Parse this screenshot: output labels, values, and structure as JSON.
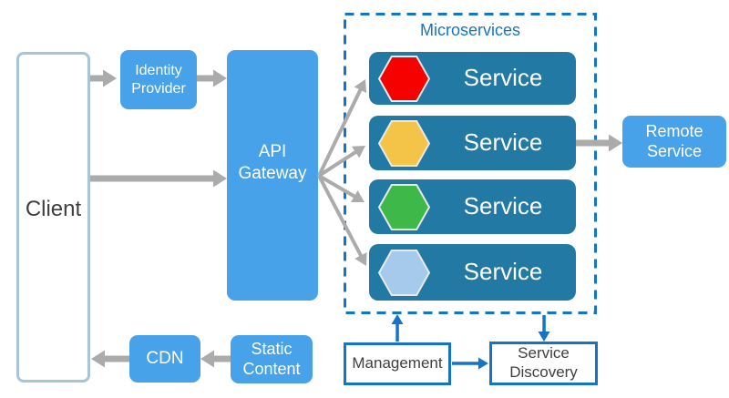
{
  "colors": {
    "accent_blue": "#1674C8",
    "box_blue": "#48A2E9",
    "service_teal": "#2179A4",
    "arrow_gray": "#ABABAB",
    "client_border": "#A8C5D8",
    "dark_text": "#3F3F3F",
    "white_text": "#FFFFFF",
    "hexagon_border": "#E9E9E9"
  },
  "diagram": {
    "container_title": "Microservices",
    "nodes": {
      "client": {
        "label": "Client"
      },
      "identity_provider": {
        "label": "Identity Provider"
      },
      "api_gateway": {
        "label": "API Gateway"
      },
      "services": [
        {
          "label": "Service",
          "hex_name": "red-hexagon",
          "hex_color": "#F70000"
        },
        {
          "label": "Service",
          "hex_name": "amber-hexagon",
          "hex_color": "#F4C449"
        },
        {
          "label": "Service",
          "hex_name": "green-hexagon",
          "hex_color": "#3FB84A"
        },
        {
          "label": "Service",
          "hex_name": "light-blue-hexagon",
          "hex_color": "#A6CAEB"
        }
      ],
      "remote_service": {
        "label": "Remote Service"
      },
      "cdn": {
        "label": "CDN"
      },
      "static_content": {
        "label": "Static Content"
      },
      "management": {
        "label": "Management"
      },
      "service_discovery": {
        "label": "Service Discovery"
      }
    },
    "edges": [
      {
        "id": "client-to-identity-provider",
        "from": "client",
        "to": "identity_provider",
        "style": "gray"
      },
      {
        "id": "identity-provider-to-api-gateway",
        "from": "identity_provider",
        "to": "api_gateway",
        "style": "gray"
      },
      {
        "id": "client-to-api-gateway",
        "from": "client",
        "to": "api_gateway",
        "style": "gray"
      },
      {
        "id": "api-gateway-to-service-1",
        "from": "api_gateway",
        "to": "service_1",
        "style": "gray-thin"
      },
      {
        "id": "api-gateway-to-service-2",
        "from": "api_gateway",
        "to": "service_2",
        "style": "gray-thin"
      },
      {
        "id": "api-gateway-to-service-3",
        "from": "api_gateway",
        "to": "service_3",
        "style": "gray-thin"
      },
      {
        "id": "api-gateway-to-service-4",
        "from": "api_gateway",
        "to": "service_4",
        "style": "gray-thin"
      },
      {
        "id": "service-2-to-remote-service",
        "from": "service_2",
        "to": "remote_service",
        "style": "gray"
      },
      {
        "id": "static-content-to-cdn",
        "from": "static_content",
        "to": "cdn",
        "style": "gray"
      },
      {
        "id": "cdn-to-client",
        "from": "cdn",
        "to": "client",
        "style": "gray"
      },
      {
        "id": "management-to-microservices",
        "from": "management",
        "to": "microservices_container",
        "style": "blue"
      },
      {
        "id": "microservices-to-service-discovery",
        "from": "microservices_container",
        "to": "service_discovery",
        "style": "blue"
      },
      {
        "id": "management-to-service-discovery",
        "from": "management",
        "to": "service_discovery",
        "style": "blue"
      }
    ]
  }
}
